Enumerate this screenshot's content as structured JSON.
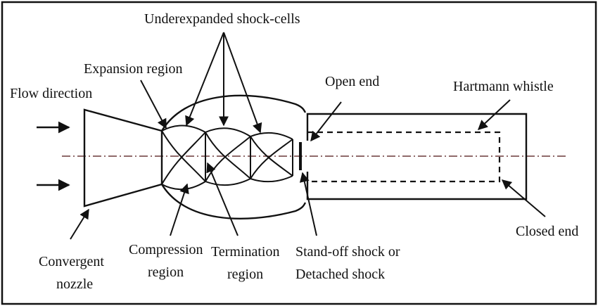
{
  "labels": {
    "underexpanded": "Underexpanded shock-cells",
    "expansion": "Expansion region",
    "flow_direction": "Flow direction",
    "open_end": "Open end",
    "hartmann": "Hartmann whistle",
    "convergent_1": "Convergent",
    "convergent_2": "nozzle",
    "compression_1": "Compression",
    "compression_2": "region",
    "termination_1": "Termination",
    "termination_2": "region",
    "standoff_1": "Stand-off shock or",
    "standoff_2": "Detached shock",
    "closed_end": "Closed end"
  }
}
